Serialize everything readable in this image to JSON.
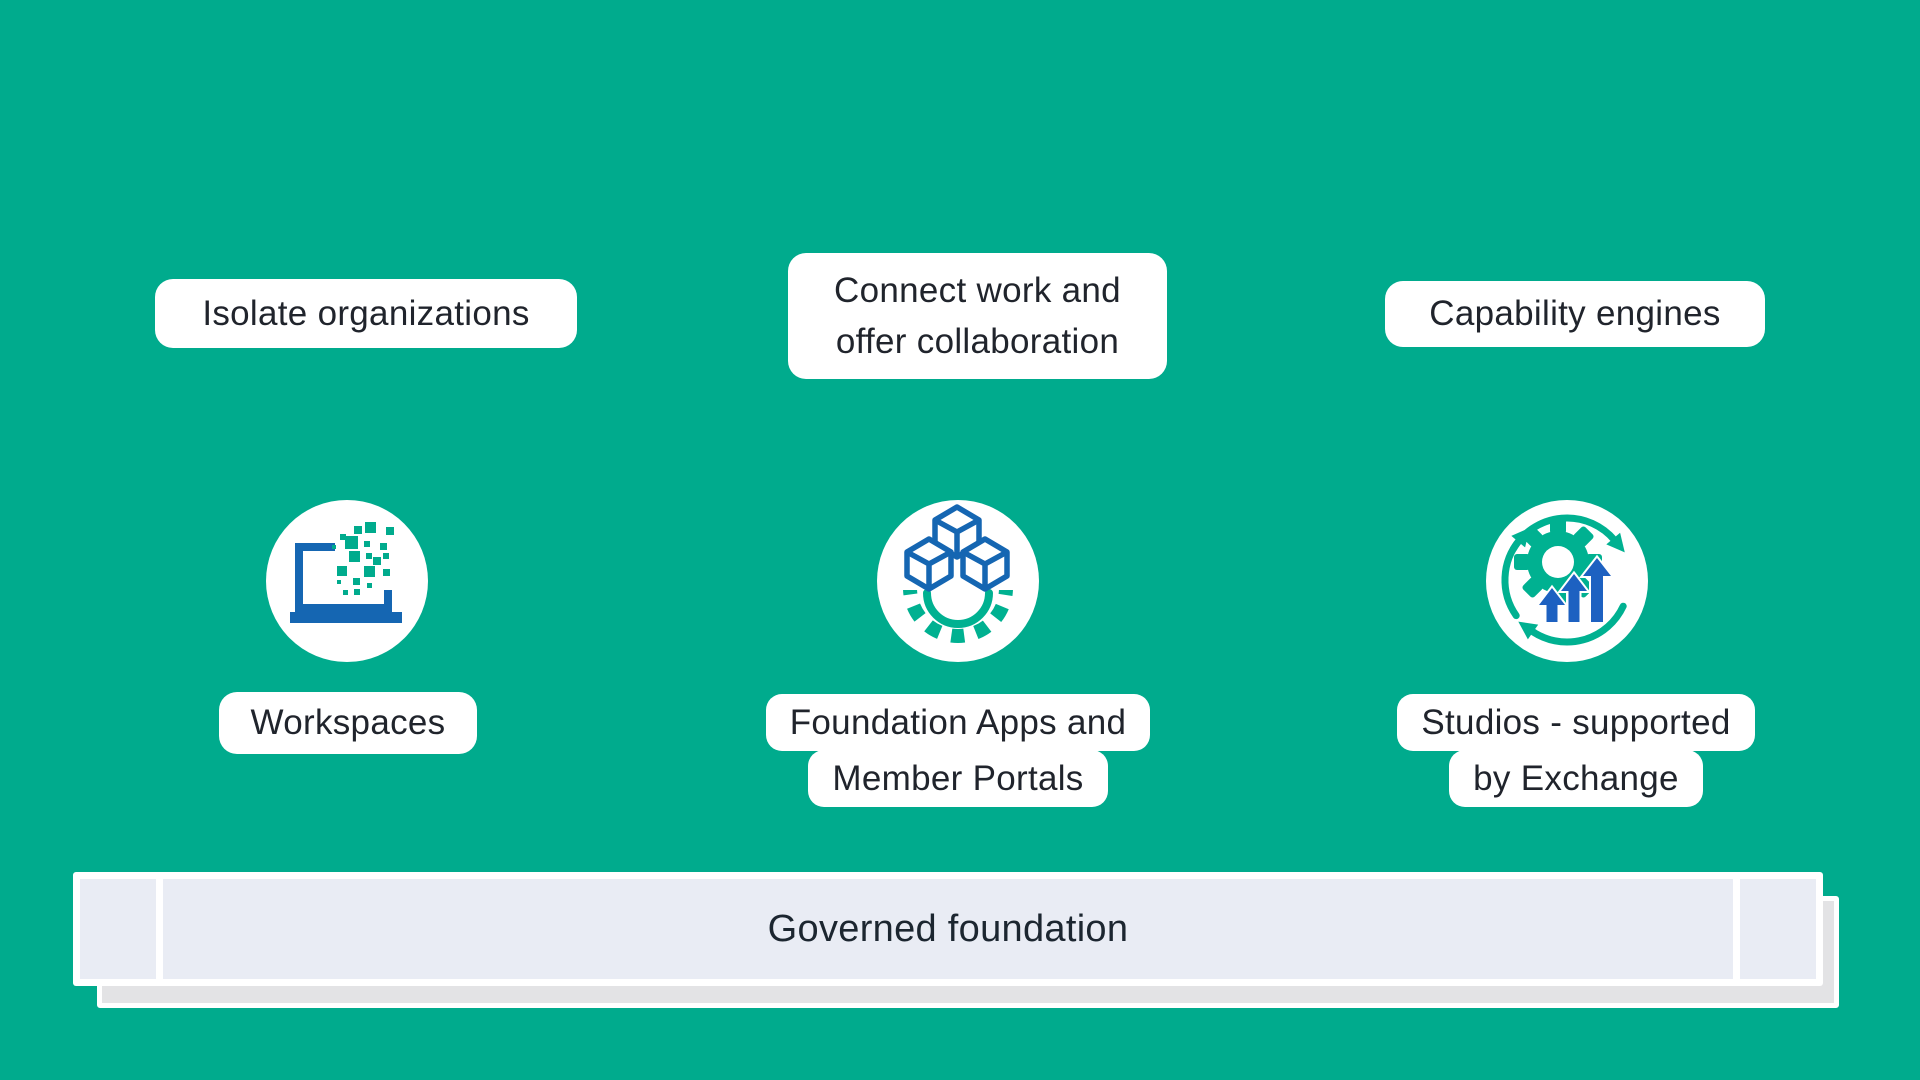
{
  "columns": [
    {
      "icon": "laptop-dissolving-pixels-icon",
      "top_lines": [
        "Isolate organizations"
      ],
      "bottom_lines": [
        "Workspaces"
      ]
    },
    {
      "icon": "cubes-over-gear-icon",
      "top_lines": [
        "Connect work and",
        "offer collaboration"
      ],
      "bottom_lines": [
        "Foundation Apps and",
        "Member Portals"
      ]
    },
    {
      "icon": "gear-growth-arrows-cycle-icon",
      "top_lines": [
        "Capability engines"
      ],
      "bottom_lines": [
        "Studios - supported",
        "by Exchange"
      ]
    }
  ],
  "foundation_bar": {
    "label": "Governed foundation"
  },
  "colors": {
    "background": "#00ab8d",
    "icon_blue": "#1566b2",
    "arrow_blue": "#1d61c1",
    "icon_green": "#00b191",
    "label_background": "#ffffff",
    "label_text": "#20242c",
    "bar_segment": "#e9ecf4",
    "bar_shadow": "#e3e3e5"
  }
}
